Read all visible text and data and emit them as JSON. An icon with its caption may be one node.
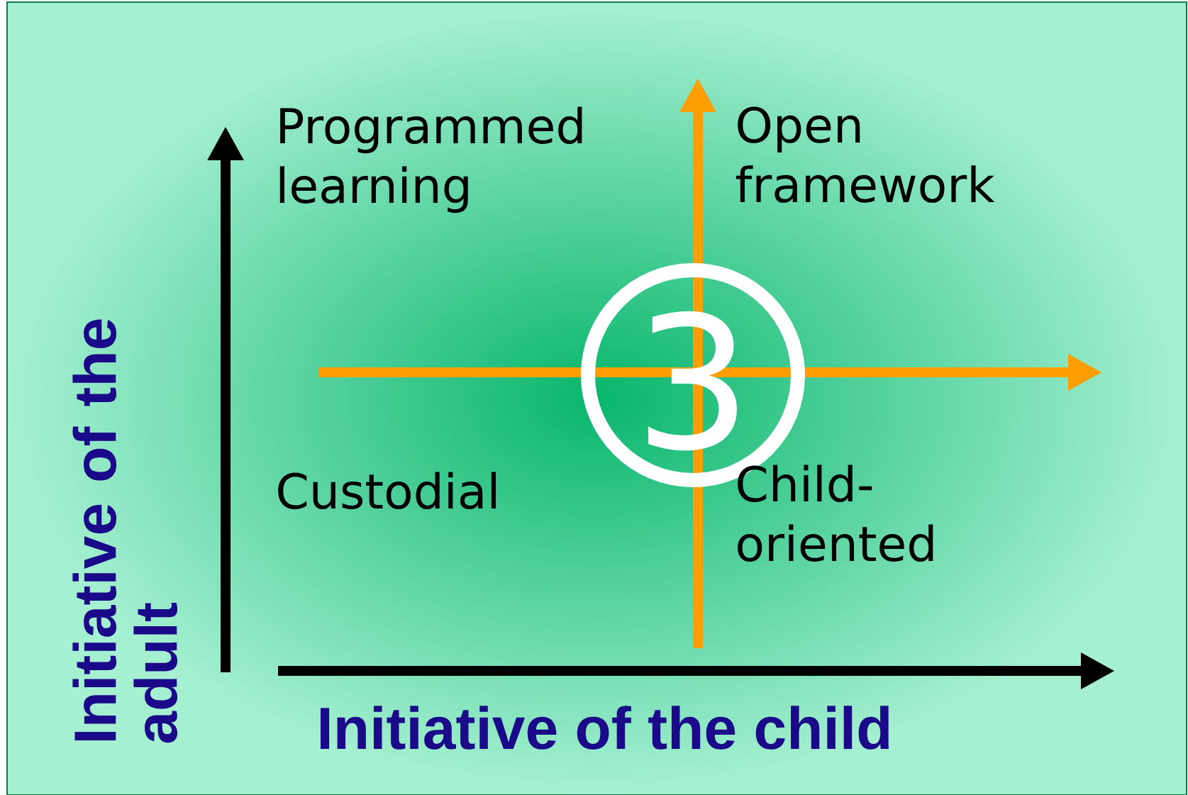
{
  "diagram": {
    "labels": [
      "Programmed learning",
      "Open framework",
      "3",
      "Custodial",
      "Child- oriented",
      "Initiative of the adult",
      "Initiative of the child"
    ]
  }
}
